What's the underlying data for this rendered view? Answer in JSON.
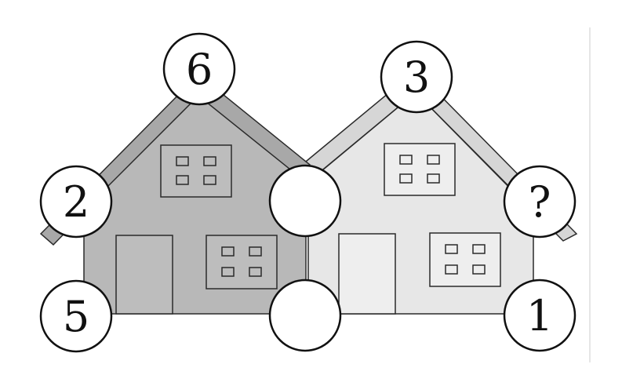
{
  "puzzle": {
    "left_house": {
      "top": "6",
      "left_middle": "2",
      "left_bottom": "5"
    },
    "shared": {
      "middle": "",
      "bottom": ""
    },
    "right_house": {
      "top": "3",
      "right_middle": "?",
      "right_bottom": "1"
    }
  },
  "colors": {
    "left_house_wall": "#b7b7b7",
    "left_house_roof": "#a9a9a9",
    "right_house_wall": "#e6e6e6",
    "right_house_roof": "#d9d9d9",
    "outline": "#2a2a2a",
    "circle_fill": "#ffffff"
  }
}
